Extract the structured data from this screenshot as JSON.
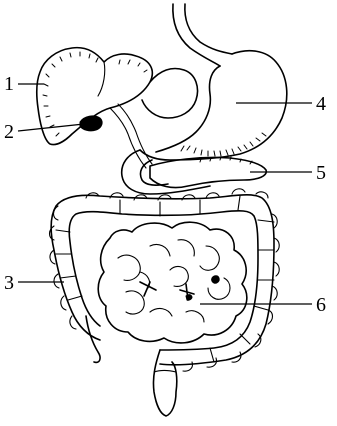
{
  "labels": {
    "n1": "1",
    "n2": "2",
    "n3": "3",
    "n4": "4",
    "n5": "5",
    "n6": "6"
  },
  "colors": {
    "ink": "#000000",
    "background": "#ffffff"
  }
}
